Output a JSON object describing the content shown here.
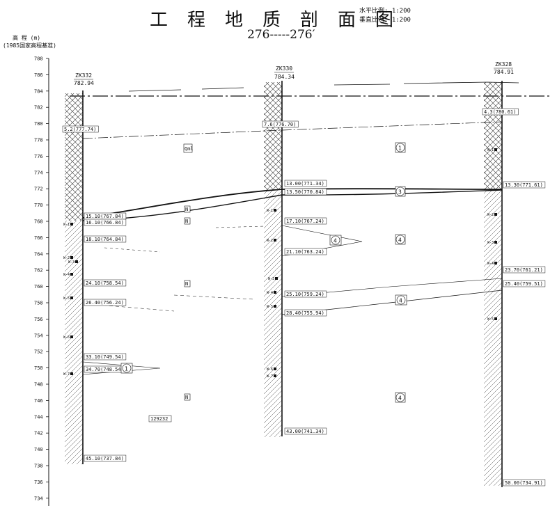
{
  "header": {
    "title": "工程地质剖面图",
    "scale_h": "水平比例: 1:200",
    "scale_v": "垂直比例: 1:200",
    "section": "276-----276′"
  },
  "axis": {
    "title": "高 程 (m)",
    "datum": "(1985国家高程基准)",
    "ticks": [
      788,
      786,
      784,
      782,
      780,
      778,
      776,
      774,
      772,
      770,
      768,
      766,
      764,
      762,
      760,
      758,
      756,
      754,
      752,
      750,
      748,
      746,
      744,
      742,
      740,
      738,
      736,
      734
    ]
  },
  "boreholes": [
    {
      "id": "ZK332",
      "elev": "782.94",
      "labels": [
        "5.2(777.74)",
        "15.10(767.84)",
        "16.10(766.84)",
        "18.10(764.84)",
        "24.10(758.54)",
        "26.40(756.24)",
        "33.10(749.54)",
        "34.70(748.54)",
        "45.10(737.84)"
      ],
      "samples": [
        "W-1",
        "W-2",
        "W-3",
        "W-4",
        "W-5",
        "W-6",
        "W-7"
      ]
    },
    {
      "id": "ZK330",
      "elev": "784.34",
      "labels": [
        "7.6(776.70)",
        "13.00(771.34)",
        "13.50(770.84)",
        "17.10(767.24)",
        "21.10(763.24)",
        "25.10(759.24)",
        "28.40(755.94)",
        "43.00(741.34)"
      ],
      "samples": [
        "W-1",
        "W-2",
        "W-3",
        "W-4",
        "W-5",
        "W-6",
        "W-7"
      ]
    },
    {
      "id": "ZK328",
      "elev": "784.91",
      "labels": [
        "4.3(780.61)",
        "13.30(771.61)",
        "23.70(761.21)",
        "25.40(759.51)",
        "50.00(734.91)"
      ],
      "samples": [
        "W-1",
        "W-2",
        "W-3",
        "W-4",
        "W-5"
      ]
    }
  ],
  "layers": {
    "circle_labels": [
      "1",
      "3",
      "4",
      "4",
      "4",
      "4",
      "1"
    ],
    "box_labels": [
      "Qml",
      "N",
      "N",
      "N",
      "N"
    ],
    "note": "129232"
  }
}
